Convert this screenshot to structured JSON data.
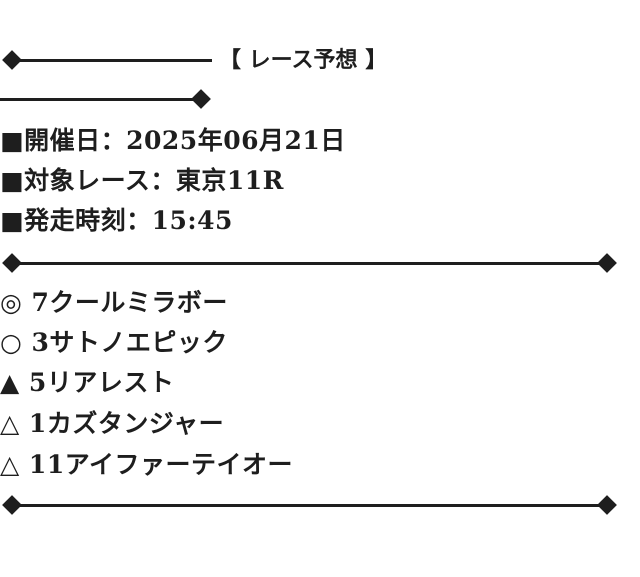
{
  "heading": {
    "text": "【 レース予想 】"
  },
  "info": {
    "date": "■開催日：2025年06月21日",
    "race": "■対象レース：東京11R",
    "time": "■発走時刻：15:45"
  },
  "picks": [
    {
      "text": "◎ 7クールミラボー"
    },
    {
      "text": "○ 3サトノエピック"
    },
    {
      "text": "▲ 5リアレスト"
    },
    {
      "text": "△ 1カズタンジャー"
    },
    {
      "text": "△ 11アイファーテイオー"
    }
  ],
  "colors": {
    "text": "#1e1e1e",
    "background": "#ffffff"
  }
}
